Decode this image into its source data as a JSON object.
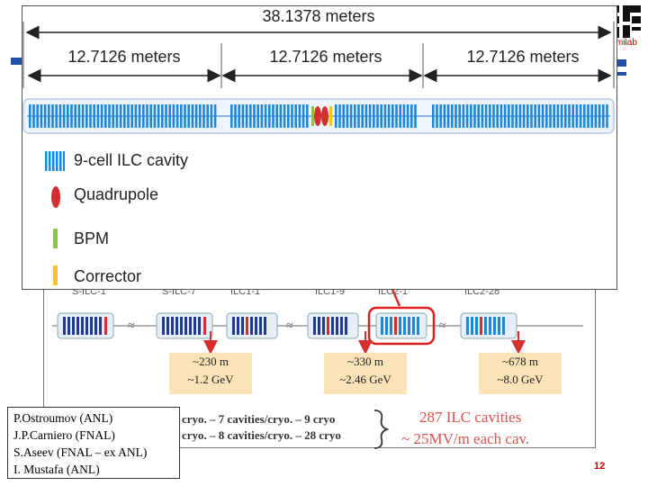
{
  "logo": {
    "text": "milab"
  },
  "top_figure": {
    "total_length": "38.1378 meters",
    "segments": [
      "12.7126 meters",
      "12.7126 meters",
      "12.7126 meters"
    ],
    "legend": [
      {
        "label": "9-cell ILC cavity",
        "color": "#1e88d8"
      },
      {
        "label": "Quadrupole",
        "color": "#d32f2f"
      },
      {
        "label": "BPM",
        "color": "#8bc34a"
      },
      {
        "label": "Corrector",
        "color": "#f5c518"
      }
    ]
  },
  "bottom_figure": {
    "section_labels": [
      "S-ILC-1",
      "S-ILC-7",
      "ILC1-1",
      "ILC1-9",
      "ILC2-1",
      "ILC2-28"
    ],
    "callouts": [
      {
        "distance": "~230 m",
        "energy": "~1.2 GeV"
      },
      {
        "distance": "~330 m",
        "energy": "~2.46 GeV"
      },
      {
        "distance": "~678 m",
        "energy": "~8.0 GeV"
      }
    ],
    "info_lines": [
      "cryo. – 7 cavities/cryo. – 9 cryo",
      "cryo. – 8 cavities/cryo. – 28 cryo"
    ],
    "cavity_summary": [
      "287 ILC cavities",
      "~ 25MV/m each cav."
    ]
  },
  "authors": [
    "P.Ostroumov (ANL)",
    "J.P.Carniero (FNAL)",
    "S.Aseev (FNAL – ex ANL)",
    "I. Mustafa (ANL)"
  ],
  "page_number": "12",
  "colors": {
    "accent_red": "#d32f2f",
    "cavity_blue": "#1e88d8",
    "callout_bg": "#fbe3b8"
  }
}
